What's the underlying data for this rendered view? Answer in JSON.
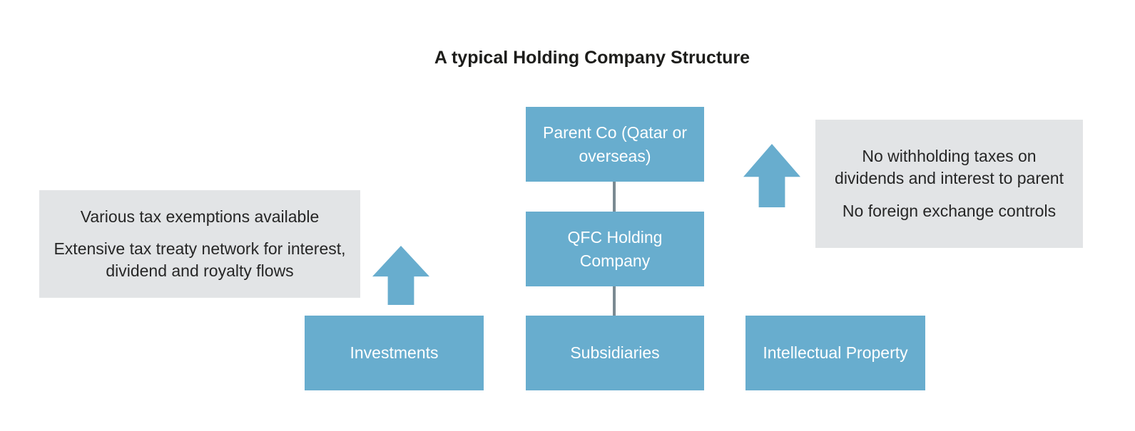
{
  "title": "A typical Holding Company Structure",
  "colors": {
    "box_blue": "#68adce",
    "note_gray": "#e2e4e6",
    "connector_gray": "#7a8a92",
    "title_text": "#1d1d1b",
    "note_text": "#262626",
    "node_text": "#ffffff"
  },
  "org_chart": {
    "parent_label": "Parent Co (Qatar or overseas)",
    "holding_label": "QFC Holding Company",
    "children": [
      "Investments",
      "Subsidiaries",
      "Intellectual Property"
    ]
  },
  "annotations": {
    "left_note": {
      "lines": [
        "Various tax exemptions available",
        "Extensive tax treaty network for interest, dividend and royalty flows"
      ],
      "icon": "up-arrow-icon"
    },
    "right_note": {
      "lines": [
        "No withholding taxes on dividends and interest to parent",
        "No foreign exchange controls"
      ],
      "icon": "up-arrow-icon"
    }
  }
}
